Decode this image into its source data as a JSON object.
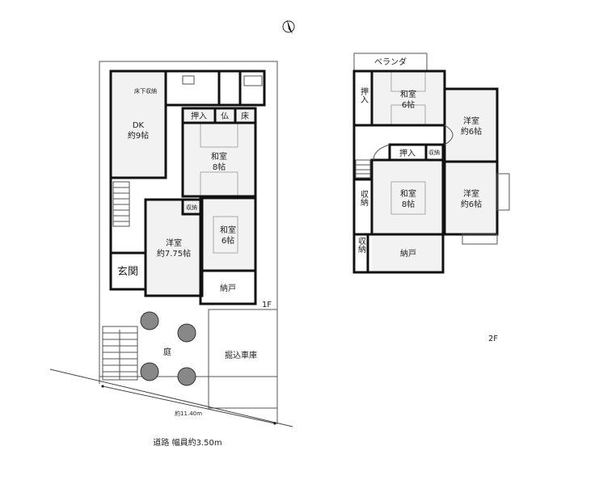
{
  "floor1": {
    "label": "1F",
    "rooms": {
      "dk": {
        "name": "DK",
        "size": "約9帖"
      },
      "storage_under_floor": "床下収納",
      "oshiire": "押入",
      "butsudan": "仏",
      "toko": "床",
      "washitsu8": {
        "name": "和室",
        "size": "8帖"
      },
      "shuno": "収納",
      "yoshitsu": {
        "name": "洋室",
        "size": "約7.75帖"
      },
      "washitsu6": {
        "name": "和室",
        "size": "6帖"
      },
      "nando": "納戸",
      "genkan": "玄関"
    },
    "garden": "庭",
    "garage": "掘込車庫",
    "frontage": "約11.40m",
    "road": "道路 幅員約3.50m"
  },
  "floor2": {
    "label": "2F",
    "rooms": {
      "veranda": "ベランダ",
      "oshiire_top": "押入",
      "washitsu6": {
        "name": "和室",
        "size": "6帖"
      },
      "yoshitsu_upper": {
        "name": "洋室",
        "size": "約6帖"
      },
      "oshiire_mid": "押入",
      "shuno_mid": "収納",
      "washitsu8": {
        "name": "和室",
        "size": "8帖"
      },
      "yoshitsu_lower": {
        "name": "洋室",
        "size": "約6帖"
      },
      "shuno_left": "収納",
      "shuno_bottom": "収納",
      "nando": "納戸"
    }
  }
}
